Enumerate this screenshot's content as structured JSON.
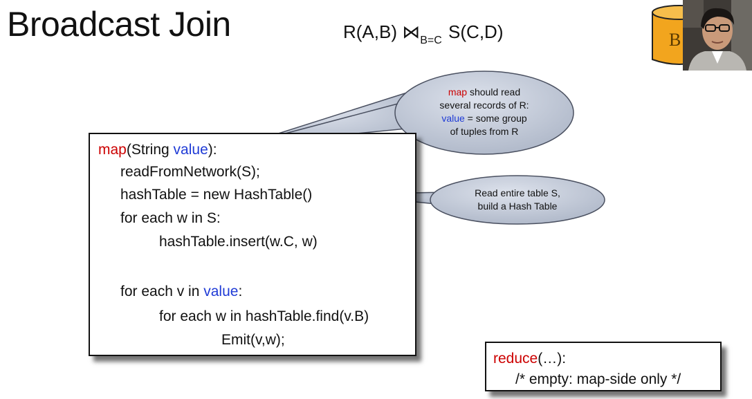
{
  "slide": {
    "title": "Broadcast Join",
    "formula": {
      "left": "R(A,B) ",
      "join_symbol": "⋈",
      "subscript": "B=C",
      "right": " S(C,D)"
    }
  },
  "code": {
    "line1_fn": "map",
    "line1_mid": "(String ",
    "line1_param": "value",
    "line1_end": "):",
    "line2": "readFromNetwork(S);",
    "line3": "hashTable = new HashTable()",
    "line4": "for each w in S:",
    "line5": "hashTable.insert(w.C, w)",
    "line6_pre": "for each v in ",
    "line6_param": "value",
    "line6_end": ":",
    "line7": "for each w in hashTable.find(v.B)",
    "line8": "Emit(v,w);"
  },
  "callout_map": {
    "line1_fn": "map",
    "line1_rest": " should read",
    "line2": "several records of R:",
    "line3_param": "value",
    "line3_rest": " = some group",
    "line4": "of tuples from R"
  },
  "callout_hash": {
    "line1": "Read entire table S,",
    "line2": "build a Hash Table"
  },
  "reduce": {
    "fn": "reduce",
    "args": "(…):",
    "body": "/* empty: map-side only */"
  },
  "colors": {
    "keyword_red": "#cc0000",
    "keyword_blue": "#1f3bd6",
    "bubble_fill": "#c5ccd9",
    "bubble_stroke": "#4a5060"
  },
  "icons": {
    "webcam": "presenter-webcam-thumbnail",
    "logo": "database-cylinder-logo"
  }
}
